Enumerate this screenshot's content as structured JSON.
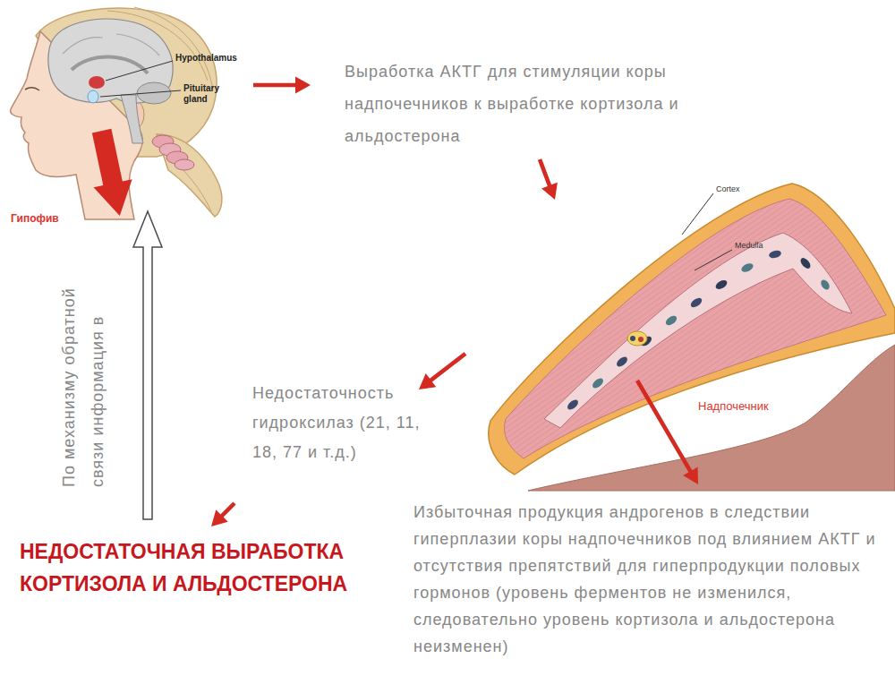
{
  "diagram": {
    "nodes": [
      {
        "text": [
          "Hypothalamus",
          "Pituitary gland",
          "Гипофив"
        ]
      },
      {
        "text": [
          "Выработка АКТГ для стимуляции коры надпочечников к выработке кортизола и альдостерона"
        ]
      },
      {
        "text": [
          "Cortex",
          "Medulla",
          "Надпочечник"
        ]
      },
      {
        "text": [
          "Недостаточность гидроксилаз (21, 11, 18, 77 и т.д.)"
        ]
      },
      {
        "text": [
          "НЕДОСТАТОЧНАЯ ВЫРАБОТКА КОРТИЗОЛА И АЛЬДОСТЕРОНА"
        ]
      },
      {
        "text": [
          "Избыточная продукция андрогенов в следствии гиперплазии коры надпочечников под влиянием АКТГ и отсутствия препятствий для гиперпродукции половых гормонов (уровень ферментов не изменился, следовательно уровень кортизола и альдостерона неизменен)"
        ]
      }
    ],
    "edges": [
      {
        "from": 0,
        "to": 1,
        "arrow": "to"
      },
      {
        "from": 1,
        "to": 2,
        "arrow": "to"
      },
      {
        "from": 2,
        "to": 3,
        "arrow": "to"
      },
      {
        "from": 3,
        "to": 4,
        "arrow": "to"
      },
      {
        "from": 4,
        "to": 0,
        "arrow": "to",
        "label": "По механизму обратной связи информация в"
      },
      {
        "from": 2,
        "to": 5,
        "arrow": "to"
      }
    ]
  }
}
